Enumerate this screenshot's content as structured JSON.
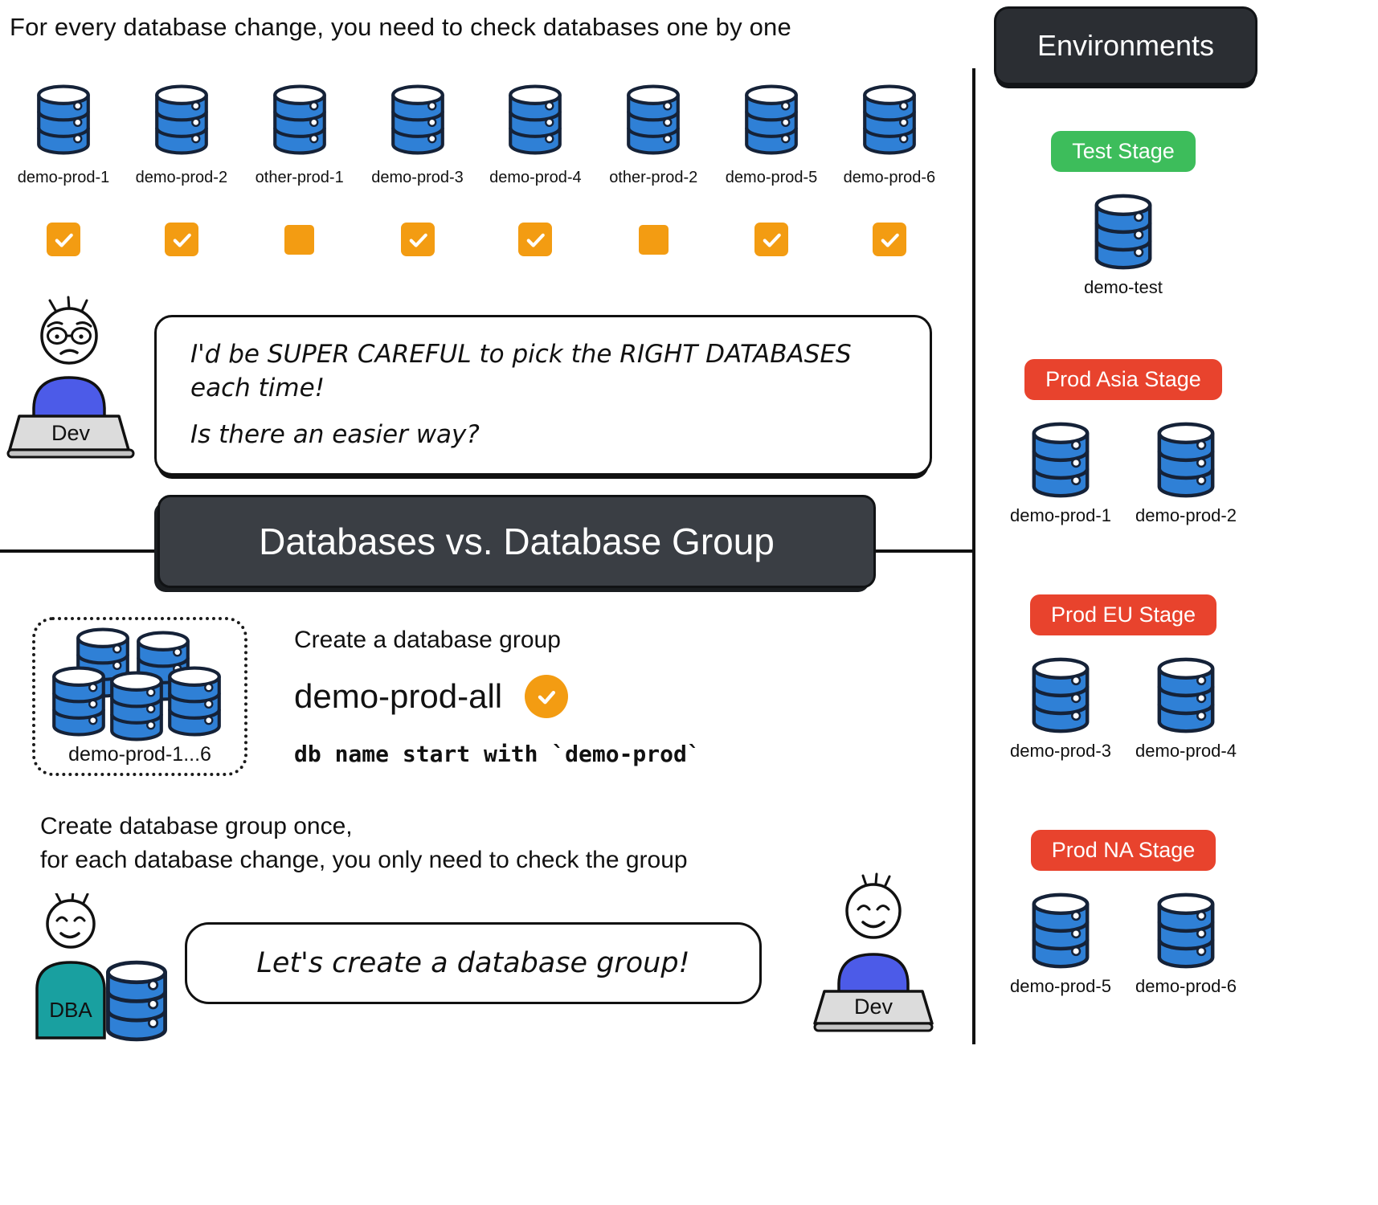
{
  "colors": {
    "db_blue": "#2F80D6",
    "outline": "#152238",
    "orange": "#F39C12",
    "green": "#3DBD5B",
    "red": "#E8432D",
    "banner_bg": "#3A3E44",
    "env_header_bg": "#2B2E33"
  },
  "top": {
    "title": "For every database change, you need to check databases one by one",
    "databases": [
      {
        "label": "demo-prod-1",
        "checked": true
      },
      {
        "label": "demo-prod-2",
        "checked": true
      },
      {
        "label": "other-prod-1",
        "checked": false
      },
      {
        "label": "demo-prod-3",
        "checked": true
      },
      {
        "label": "demo-prod-4",
        "checked": true
      },
      {
        "label": "other-prod-2",
        "checked": false
      },
      {
        "label": "demo-prod-5",
        "checked": true
      },
      {
        "label": "demo-prod-6",
        "checked": true
      }
    ],
    "dev_label": "Dev",
    "speech": {
      "line1": "I'd be SUPER CAREFUL to pick the RIGHT DATABASES each time!",
      "line2": "Is there an easier way?"
    }
  },
  "banner": {
    "title": "Databases vs. Database Group"
  },
  "group": {
    "box_label": "demo-prod-1...6",
    "create_text": "Create a database group",
    "name": "demo-prod-all",
    "rule_text": "db name start with `demo-prod`"
  },
  "once": {
    "line1": "Create database group once,",
    "line2": "for each database change, you only need to check the group"
  },
  "dba": {
    "label": "DBA",
    "speech": "Let's create a database group!"
  },
  "dev_bottom": {
    "label": "Dev"
  },
  "environments": {
    "title": "Environments",
    "stages": [
      {
        "name": "Test Stage",
        "color": "#3DBD5B",
        "databases": [
          "demo-test"
        ]
      },
      {
        "name": "Prod Asia Stage",
        "color": "#E8432D",
        "databases": [
          "demo-prod-1",
          "demo-prod-2"
        ]
      },
      {
        "name": "Prod EU Stage",
        "color": "#E8432D",
        "databases": [
          "demo-prod-3",
          "demo-prod-4"
        ]
      },
      {
        "name": "Prod NA Stage",
        "color": "#E8432D",
        "databases": [
          "demo-prod-5",
          "demo-prod-6"
        ]
      }
    ]
  }
}
